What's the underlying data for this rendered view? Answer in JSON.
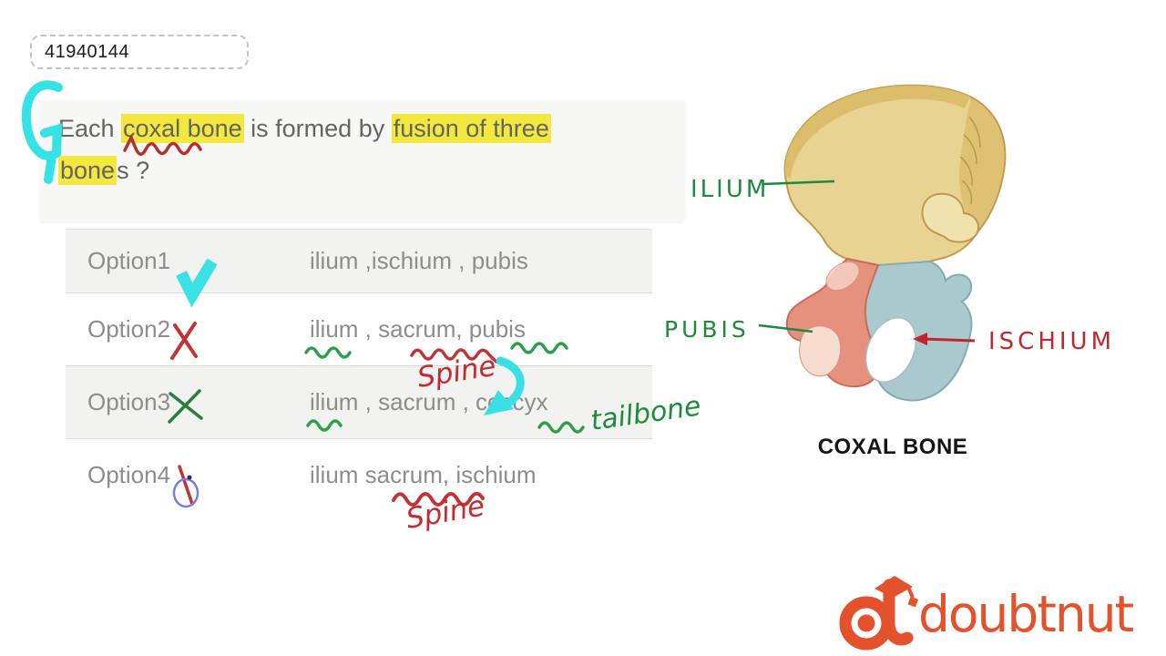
{
  "badge": {
    "id": "41940144"
  },
  "question": {
    "line1": [
      {
        "text": "Each "
      },
      {
        "text": "coxal bone",
        "hl": true
      },
      {
        "text": " is formed by "
      },
      {
        "text": "fusion of three",
        "hl": true
      }
    ],
    "line2": [
      {
        "text": "bone",
        "hl": true
      },
      {
        "text": "s ?"
      }
    ]
  },
  "options": [
    {
      "label": "Option1",
      "value": "ilium ,ischium , pubis"
    },
    {
      "label": "Option2",
      "value": "ilium , sacrum, pubis"
    },
    {
      "label": "Option3",
      "value": "ilium , sacrum , coccyx"
    },
    {
      "label": "Option4",
      "value": "ilium sacrum, ischium"
    }
  ],
  "annotations": {
    "spine_option3": "Spine",
    "tailbone": "tailbone",
    "spine_option4": "Spine"
  },
  "diagram": {
    "labels": {
      "ilium": "ILIUM",
      "pubis": "PUBIS",
      "ischium": "ISCHIUM"
    },
    "caption": "COXAL BONE"
  },
  "logo": {
    "text": "doubtnut"
  },
  "colors": {
    "highlight_yellow": "#f2e83e",
    "marker_cyan": "#35e2e6",
    "marker_red": "#c23335",
    "marker_green": "#2a8f43",
    "marker_blue": "#7b7ce0",
    "brand_orange": "#e4512d"
  }
}
